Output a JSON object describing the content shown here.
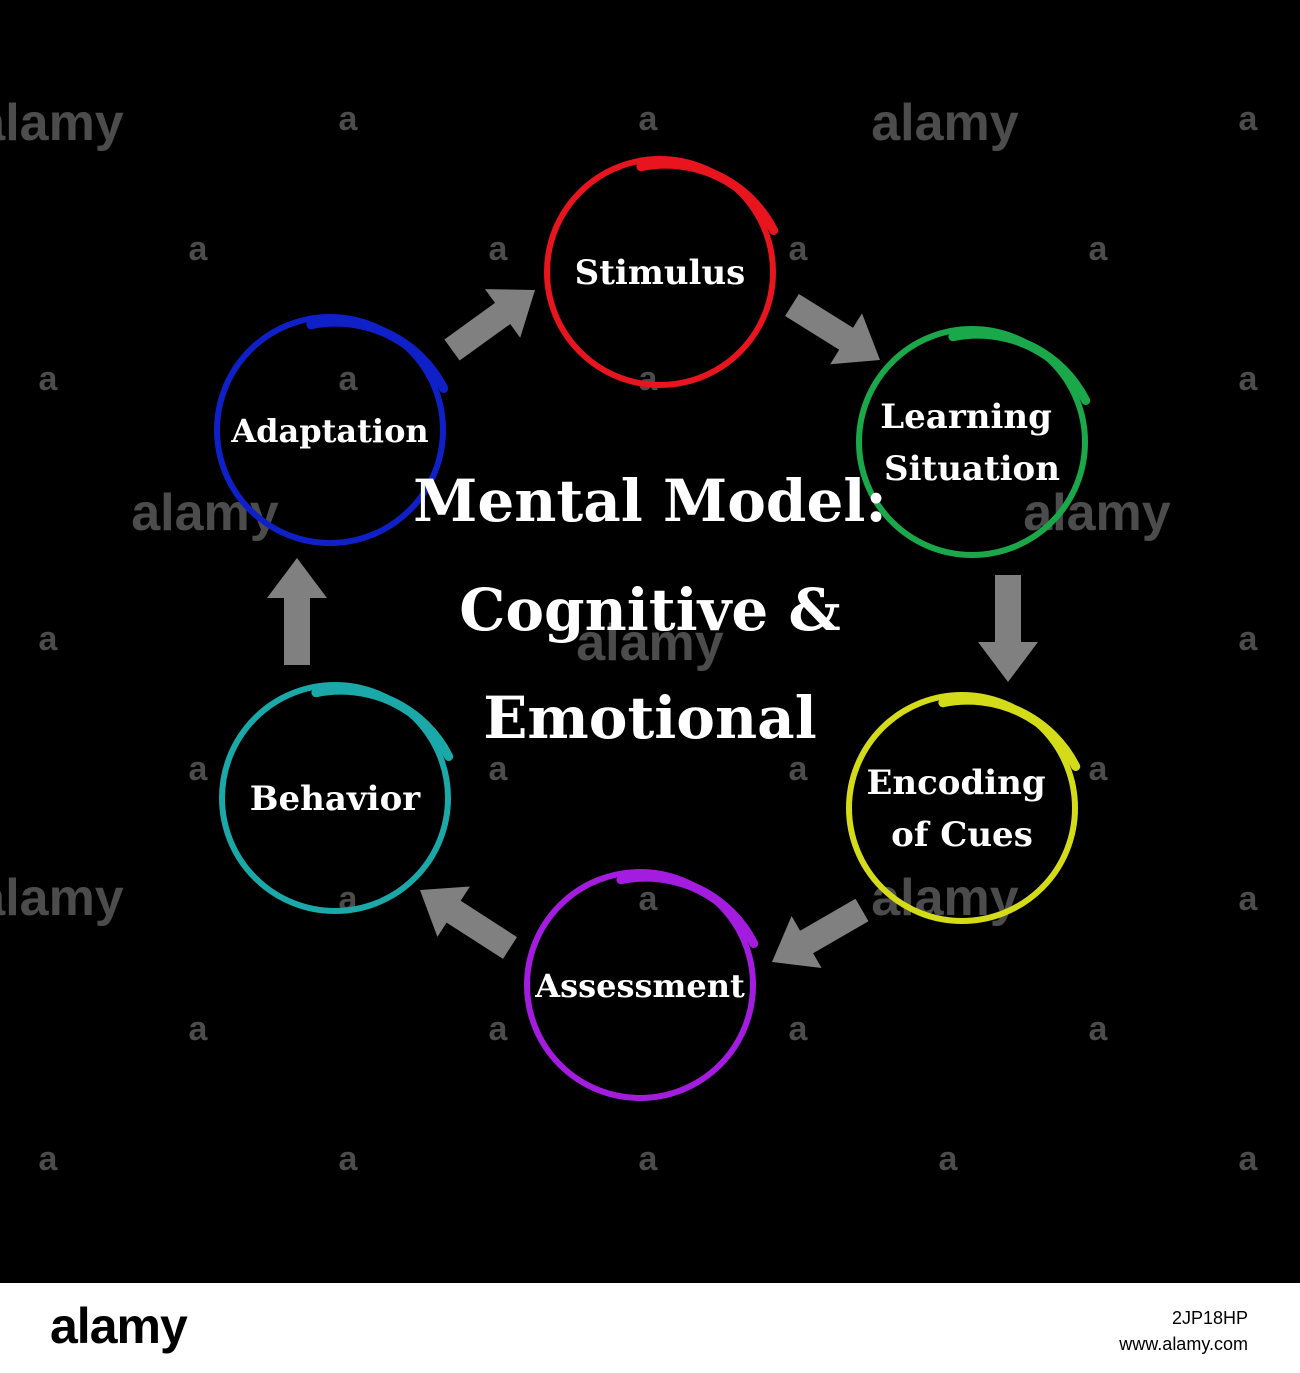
{
  "diagram": {
    "title_lines": [
      "Mental Model:",
      "Cognitive &",
      "Emotional"
    ],
    "nodes": [
      {
        "id": "stimulus",
        "lines": [
          "Stimulus"
        ],
        "color": "#e8141e"
      },
      {
        "id": "learning-situation",
        "lines": [
          "Learning",
          "Situation"
        ],
        "color": "#1aa84a"
      },
      {
        "id": "encoding-of-cues",
        "lines": [
          "Encoding",
          "of Cues"
        ],
        "color": "#d4dc1a"
      },
      {
        "id": "assessment",
        "lines": [
          "Assessment"
        ],
        "color": "#a41ce0"
      },
      {
        "id": "behavior",
        "lines": [
          "Behavior"
        ],
        "color": "#1aa8a8"
      },
      {
        "id": "adaptation",
        "lines": [
          "Adaptation"
        ],
        "color": "#1020c8"
      }
    ],
    "arrow_color": "#808080"
  },
  "watermark": {
    "text": "alamy",
    "glyph": "a"
  },
  "footer": {
    "logo": "alamy",
    "image_id": "2JP18HP",
    "site": "www.alamy.com"
  }
}
